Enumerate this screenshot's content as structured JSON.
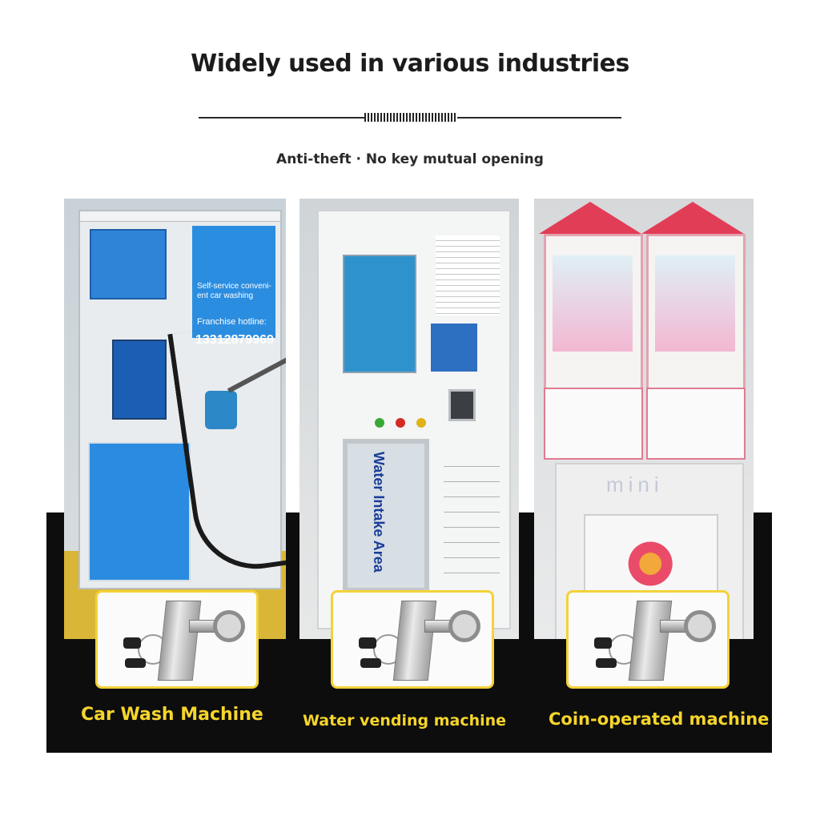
{
  "header": {
    "title": "Widely used in various industries",
    "subtitle": "Anti-theft · No key mutual opening"
  },
  "panels": {
    "car_wash": {
      "sign_text": "Self-service conveni-ent car washing",
      "hotline_label": "Franchise hotline:",
      "hotline_number": "13312879969",
      "caption": "Car Wash Machine"
    },
    "water": {
      "intake_label": "Water Intake Area",
      "caption": "Water vending machine"
    },
    "coin": {
      "brand": "mini",
      "caption": "Coin-operated machine"
    }
  },
  "colors": {
    "caption": "#f6d52b",
    "lock_frame": "#f3d23a",
    "band": "#0d0d0d"
  }
}
